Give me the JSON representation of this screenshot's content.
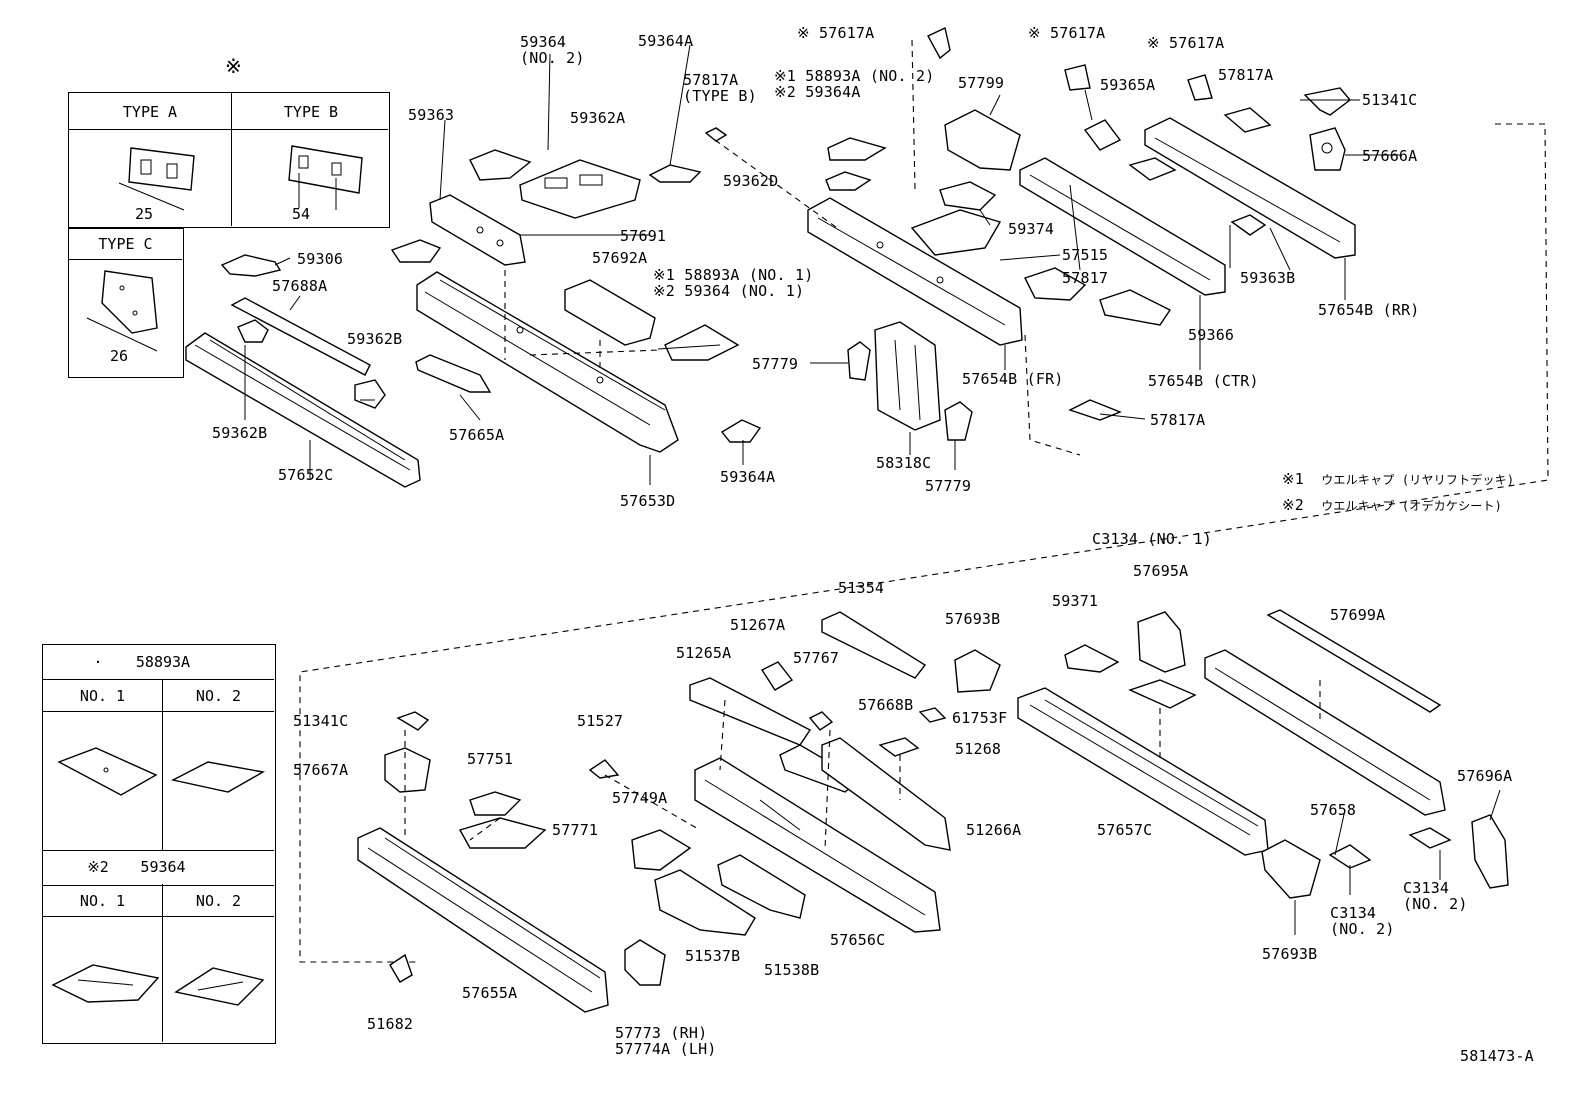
{
  "legend_box_top": {
    "mark": "※",
    "type_a": "TYPE A",
    "type_b": "TYPE B",
    "type_c": "TYPE C",
    "dim_a": "25",
    "dim_b": "54",
    "dim_c": "26"
  },
  "legend_box_bottom": {
    "header_1": "58893A",
    "header_1_mark": "·",
    "header_2": "59364",
    "header_2_mark": "※2",
    "no1": "NO. 1",
    "no2": "NO. 2"
  },
  "notes": {
    "note1_mark": "※1",
    "note1_text": "ウエルキャプ (リヤリフトデッキ)",
    "note2_mark": "※2",
    "note2_text": "ウエルキャプ (オデカケシート)"
  },
  "diagram_code": "581473-A",
  "labels": [
    "59364\n(NO. 2)",
    "59364A",
    "※ 57617A",
    "※ 57617A",
    "※ 57617A",
    "57817A\n(TYPE B)",
    "※1 58893A (NO. 2)\n※2 59364A",
    "57799",
    "59365A",
    "57817A",
    "51341C",
    "59363",
    "59362A",
    "59362D",
    "57666A",
    "59374",
    "57691",
    "57515",
    "57817",
    "59363B",
    "59306",
    "57692A",
    "※1 58893A (NO. 1)\n※2 59364 (NO. 1)",
    "59366",
    "57654B (RR)",
    "57688A",
    "59362B",
    "57779",
    "57654B (FR)",
    "57654B (CTR)",
    "57817A",
    "59362B",
    "57665A",
    "57652C",
    "59364A",
    "58318C",
    "57779",
    "57653D",
    "C3134 (NO. 1)",
    "51354",
    "57695A",
    "59371",
    "51267A",
    "57693B",
    "57699A",
    "51265A",
    "57767",
    "57668B",
    "61753F",
    "51341C",
    "51527",
    "51268",
    "57667A",
    "57751",
    "57771",
    "57749A",
    "51266A",
    "57657C",
    "57658",
    "57696A",
    "57656C",
    "C3134\n(NO. 2)",
    "C3134\n(NO. 2)",
    "51537B",
    "51538B",
    "57693B",
    "57655A",
    "51682",
    "57773 (RH)\n57774A (LH)"
  ]
}
